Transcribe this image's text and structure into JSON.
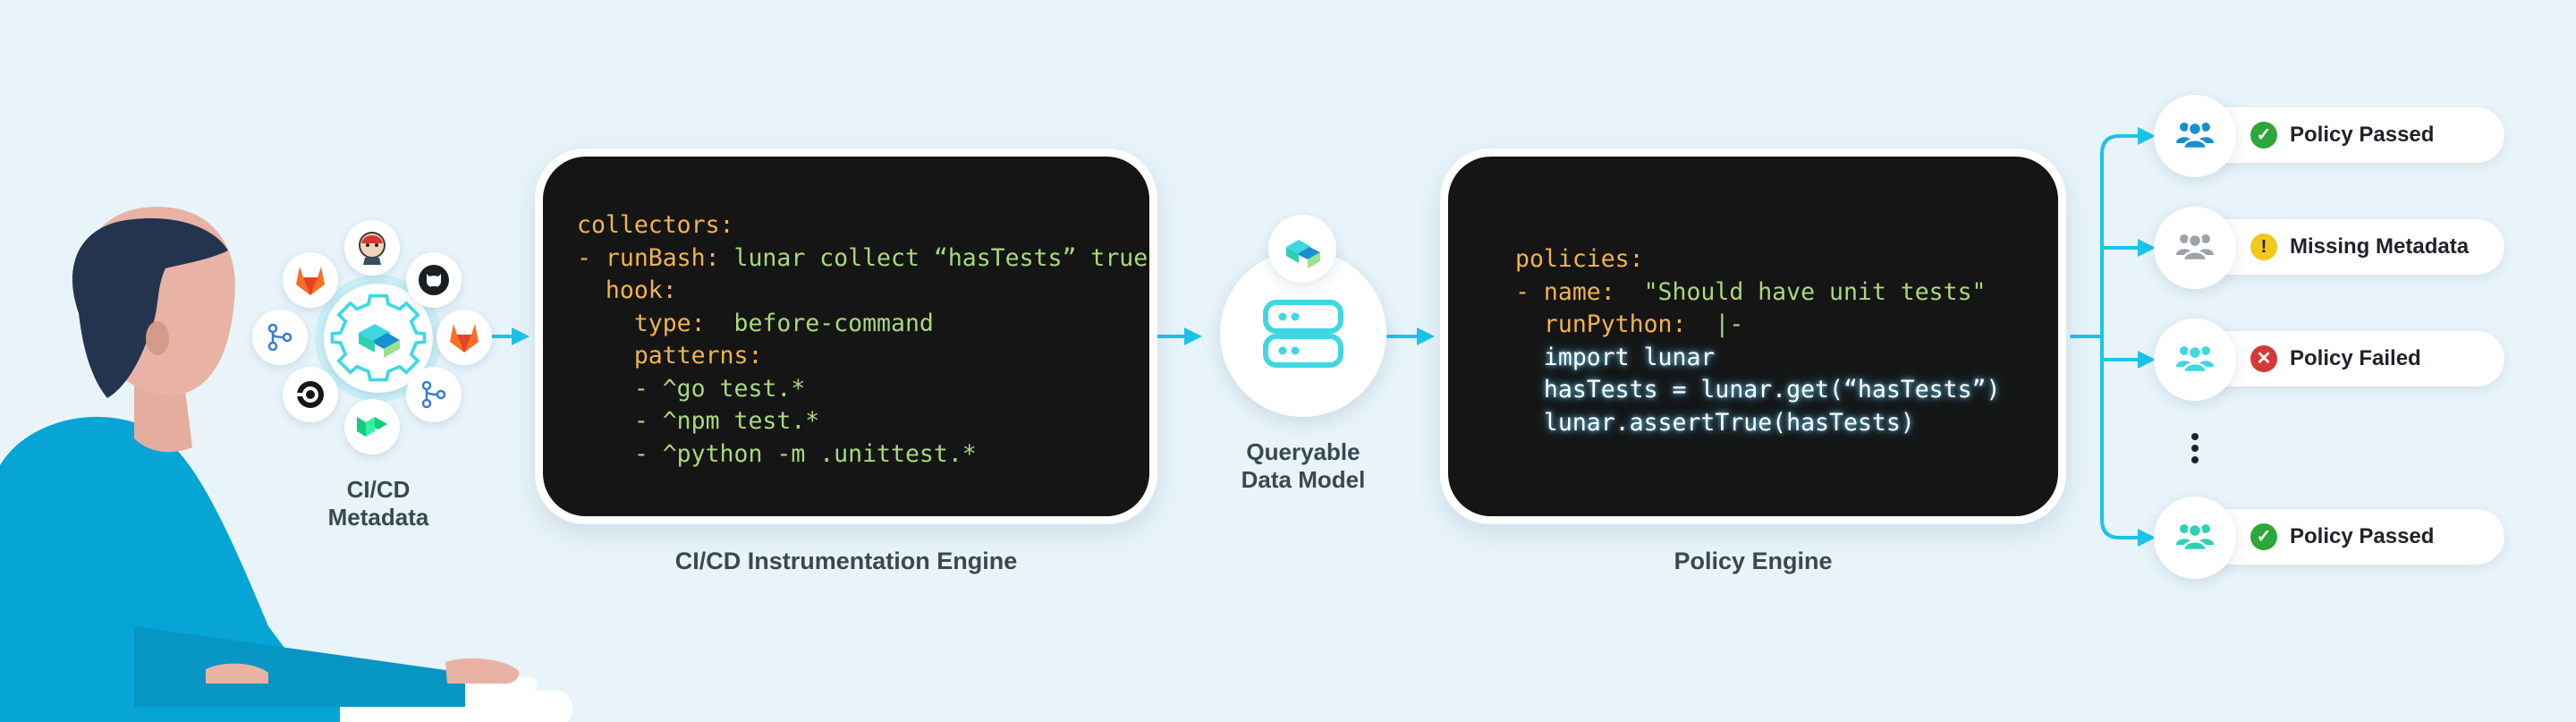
{
  "colors": {
    "background": "#e8f4fa",
    "connector": "#1cc3e8",
    "code_bg": "#151515",
    "code_key": "#f0b44c",
    "code_string": "#a8d97a",
    "passed": "#2fa63c",
    "warning": "#f2c81b",
    "failed": "#d43a35"
  },
  "ci_sources": {
    "caption": [
      "CI/CD",
      "Metadata"
    ],
    "icons": [
      "gitlab-icon",
      "jenkins-icon",
      "github-icon",
      "gitlab-icon",
      "git-branch-icon",
      "circleci-icon",
      "buildkite-icon",
      "git-branch-icon"
    ]
  },
  "instrumentation": {
    "caption": "CI/CD Instrumentation Engine",
    "code": [
      [
        {
          "t": "collectors:",
          "c": "key"
        }
      ],
      [
        {
          "t": "- runBash:",
          "c": "key"
        },
        {
          "t": " lunar collect “hasTests” true",
          "c": "str"
        }
      ],
      [
        {
          "t": "  hook:",
          "c": "key"
        }
      ],
      [
        {
          "t": "    type:",
          "c": "key"
        },
        {
          "t": "  before-command",
          "c": "str"
        }
      ],
      [
        {
          "t": "    patterns:",
          "c": "key"
        }
      ],
      [
        {
          "t": "    - ^go test.*",
          "c": "str"
        }
      ],
      [
        {
          "t": "    - ^npm test.*",
          "c": "str"
        }
      ],
      [
        {
          "t": "    - ^python -m .unittest.*",
          "c": "str"
        }
      ]
    ]
  },
  "data_model": {
    "caption": [
      "Queryable",
      "Data Model"
    ]
  },
  "policy": {
    "caption": "Policy Engine",
    "code": [
      [
        {
          "t": "policies:",
          "c": "key"
        }
      ],
      [
        {
          "t": "- name:",
          "c": "key"
        },
        {
          "t": "  \"Should have unit tests\"",
          "c": "str"
        }
      ],
      [
        {
          "t": "  runPython:",
          "c": "key"
        },
        {
          "t": "  |-",
          "c": "str"
        }
      ],
      [
        {
          "t": "  import lunar",
          "c": "glow"
        }
      ],
      [
        {
          "t": "  hasTests = lunar.get(“hasTests”)",
          "c": "glow"
        }
      ],
      [
        {
          "t": "  lunar.assertTrue(hasTests)",
          "c": "glow"
        }
      ]
    ]
  },
  "outcomes": [
    {
      "label": "Policy Passed",
      "status": "passed",
      "mark": "✓",
      "icon": "team-icon",
      "icon_color": "#1a8fcf"
    },
    {
      "label": "Missing Metadata",
      "status": "warning",
      "mark": "!",
      "icon": "team-icon",
      "icon_color": "#9ea3a8"
    },
    {
      "label": "Policy Failed",
      "status": "failed",
      "mark": "✕",
      "icon": "team-icon",
      "icon_color": "#3fd8e2"
    },
    {
      "label": "Policy Passed",
      "status": "passed",
      "mark": "✓",
      "icon": "team-icon",
      "icon_color": "#2ed0b4"
    }
  ]
}
